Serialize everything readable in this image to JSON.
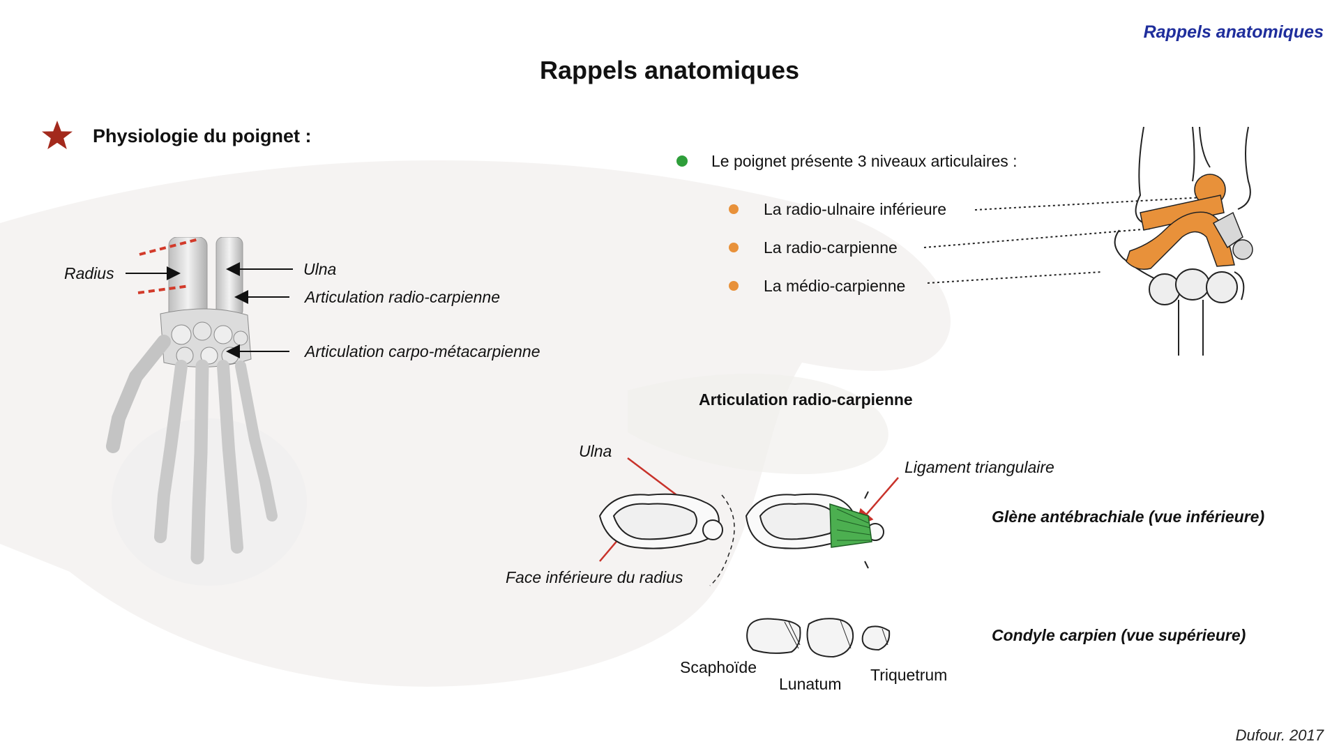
{
  "header_tag": "Rappels anatomiques",
  "title": "Rappels anatomiques",
  "section": {
    "title": "Physiologie du poignet :",
    "icon": "star-icon",
    "icon_color": "#a3291c"
  },
  "hand_labels": {
    "radius": "Radius",
    "ulna": "Ulna",
    "radio_carpienne": "Articulation radio-carpienne",
    "carpo_metacarpienne": "Articulation carpo-métacarpienne"
  },
  "levels": {
    "intro": "Le poignet présente 3 niveaux articulaires :",
    "intro_bullet_color": "#2e9e3a",
    "item_bullet_color": "#e8913a",
    "items": [
      "La radio-ulnaire inférieure",
      "La radio-carpienne",
      "La médio-carpienne"
    ]
  },
  "radio_carpienne_section": {
    "title": "Articulation radio-carpienne",
    "ulna": "Ulna",
    "ligament": "Ligament triangulaire",
    "face_inferieure": "Face inférieure du radius",
    "glene": "Glène antébrachiale (vue inférieure)",
    "condyle": "Condyle carpien (vue supérieure)",
    "scaphoide": "Scaphoïde",
    "lunatum": "Lunatum",
    "triquetrum": "Triquetrum"
  },
  "credit": "Dufour. 2017",
  "colors": {
    "accent_blue": "#1f2e9c",
    "orange": "#e8913a",
    "green": "#2e9e3a",
    "arrow_red": "#c8322a",
    "dash_red": "#d23a2a"
  }
}
